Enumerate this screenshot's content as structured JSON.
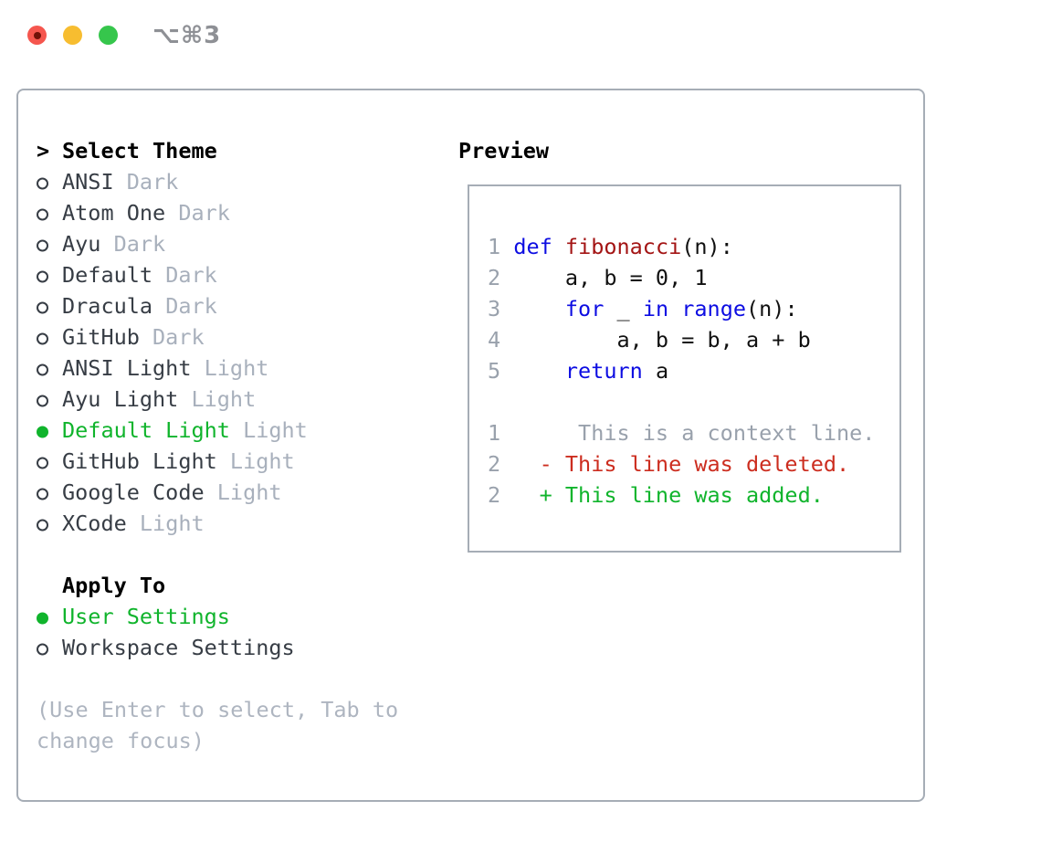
{
  "titlebar": {
    "shortcut_label": "⌥⌘3"
  },
  "theme_panel": {
    "heading_prefix": ">",
    "heading": "Select Theme",
    "themes": [
      {
        "name": "ANSI",
        "variant": "Dark",
        "selected": false
      },
      {
        "name": "Atom One",
        "variant": "Dark",
        "selected": false
      },
      {
        "name": "Ayu",
        "variant": "Dark",
        "selected": false
      },
      {
        "name": "Default",
        "variant": "Dark",
        "selected": false
      },
      {
        "name": "Dracula",
        "variant": "Dark",
        "selected": false
      },
      {
        "name": "GitHub",
        "variant": "Dark",
        "selected": false
      },
      {
        "name": "ANSI Light",
        "variant": "Light",
        "selected": false
      },
      {
        "name": "Ayu Light",
        "variant": "Light",
        "selected": false
      },
      {
        "name": "Default Light",
        "variant": "Light",
        "selected": true
      },
      {
        "name": "GitHub Light",
        "variant": "Light",
        "selected": false
      },
      {
        "name": "Google Code",
        "variant": "Light",
        "selected": false
      },
      {
        "name": "XCode",
        "variant": "Light",
        "selected": false
      }
    ],
    "apply_to": {
      "heading": "Apply To",
      "options": [
        {
          "label": "User Settings",
          "selected": true
        },
        {
          "label": "Workspace Settings",
          "selected": false
        }
      ]
    },
    "hint_lines": [
      "(Use Enter to select, Tab to",
      "change focus)"
    ]
  },
  "preview": {
    "heading": "Preview",
    "lines": [
      {
        "tokens": []
      },
      {
        "tokens": [
          [
            "1",
            "ln"
          ],
          [
            " ",
            "pl"
          ],
          [
            "def",
            "kw"
          ],
          [
            " ",
            "pl"
          ],
          [
            "fibonacci",
            "fn"
          ],
          [
            "(n):",
            "pl"
          ]
        ]
      },
      {
        "tokens": [
          [
            "2",
            "ln"
          ],
          [
            "     a, b = 0, 1",
            "pl"
          ]
        ]
      },
      {
        "tokens": [
          [
            "3",
            "ln"
          ],
          [
            "     ",
            "pl"
          ],
          [
            "for",
            "kw"
          ],
          [
            " _ ",
            "pl"
          ],
          [
            "in",
            "kw"
          ],
          [
            " ",
            "pl"
          ],
          [
            "range",
            "kw"
          ],
          [
            "(n):",
            "pl"
          ]
        ]
      },
      {
        "tokens": [
          [
            "4",
            "ln"
          ],
          [
            "         a, b = b, a + b",
            "pl"
          ]
        ]
      },
      {
        "tokens": [
          [
            "5",
            "ln"
          ],
          [
            "     ",
            "pl"
          ],
          [
            "return",
            "kw"
          ],
          [
            " a",
            "pl"
          ]
        ]
      },
      {
        "tokens": []
      },
      {
        "tokens": [
          [
            "1",
            "ln"
          ],
          [
            "      This is a context line.",
            "ctx"
          ]
        ]
      },
      {
        "tokens": [
          [
            "2",
            "ln"
          ],
          [
            "   - This line was deleted.",
            "del"
          ]
        ]
      },
      {
        "tokens": [
          [
            "2",
            "ln"
          ],
          [
            "   + This line was added.",
            "add"
          ]
        ]
      },
      {
        "tokens": []
      }
    ]
  },
  "colors": {
    "accent_green": "#10b42c",
    "keyword_blue": "#0d0de2",
    "function_red": "#a31414",
    "deleted_red": "#cc2d1f",
    "text_dark": "#373d45",
    "text_muted": "#a8b0bc",
    "gutter_gray": "#99a1ac",
    "hint_gray": "#aeb5c0",
    "border_gray": "#a6adb6",
    "titlebar_red": "#f5564e",
    "titlebar_red_dot": "#701108",
    "titlebar_yellow": "#f7bd30",
    "titlebar_green": "#36c64c",
    "title_gray": "#8e9095"
  }
}
